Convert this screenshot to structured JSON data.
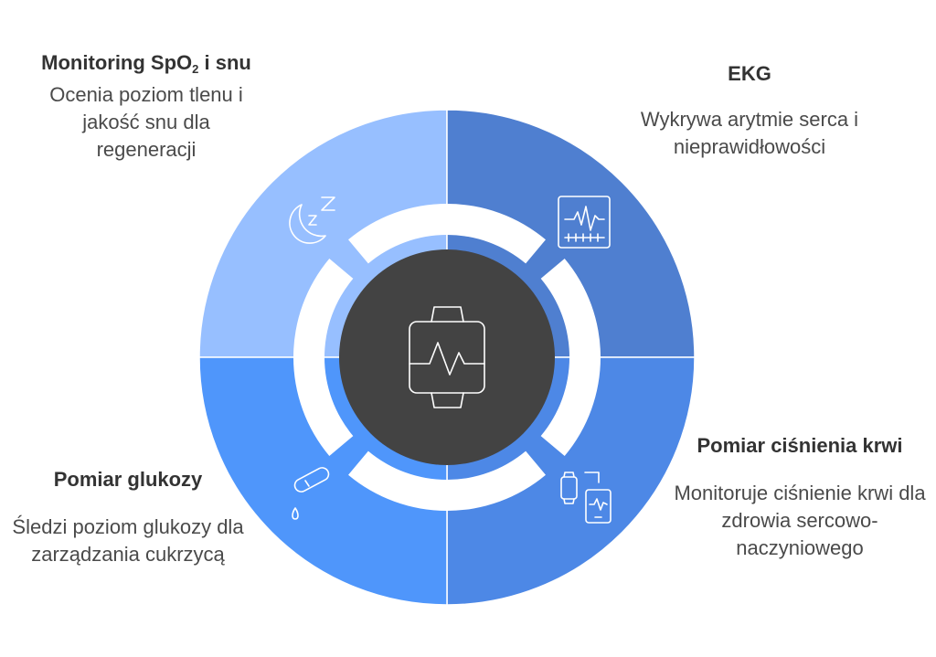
{
  "segments": [
    {
      "id": "spo2",
      "color": "#97BFFF"
    },
    {
      "id": "ekg",
      "color": "#4F7FD0"
    },
    {
      "id": "bp",
      "color": "#4D88E6"
    },
    {
      "id": "glucose",
      "color": "#4F96FB"
    }
  ],
  "center": {
    "color": "#434343",
    "icon": "smartwatch-icon"
  },
  "spo2": {
    "title_main": "Monitoring SpO",
    "title_sub": "2",
    "title_end": " i snu",
    "desc": "Ocenia poziom tlenu i jakość snu dla regeneracji",
    "icon": "sleep-moon-icon"
  },
  "ekg": {
    "title": "EKG",
    "desc": "Wykrywa arytmie serca i nieprawidłowości",
    "icon": "ekg-monitor-icon"
  },
  "glucose": {
    "title": "Pomiar glukozy",
    "desc": "Śledzi poziom glukozy dla zarządzania cukrzycą",
    "icon": "test-tube-drop-icon"
  },
  "bp": {
    "title": "Pomiar ciśnienia krwi",
    "desc": "Monitoruje ciśnienie krwi dla zdrowia sercowo-naczyniowego",
    "icon": "watch-phone-icon"
  }
}
